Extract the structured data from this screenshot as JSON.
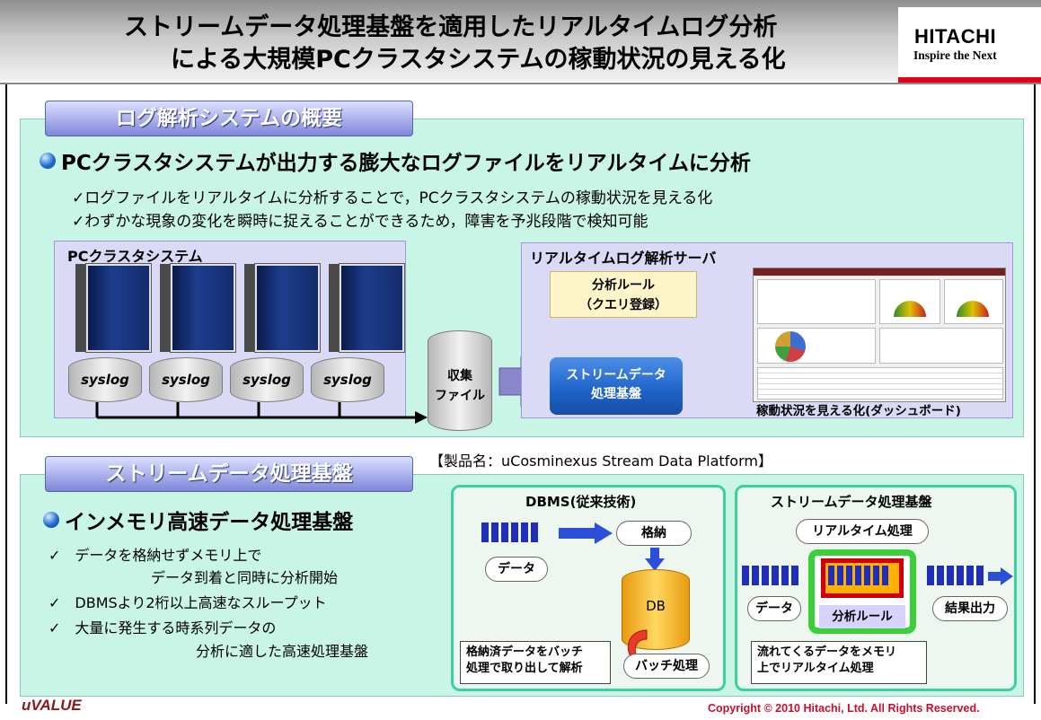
{
  "header": {
    "title_line1": "ストリームデータ処理基盤を適用したリアルタイムログ分析",
    "title_line2": "による大規模PCクラスタシステムの稼動状況の見える化",
    "brand_name": "HITACHI",
    "brand_tagline": "Inspire the Next"
  },
  "section1": {
    "tab_label": "ログ解析システムの概要",
    "headline": "PCクラスタシステムが出力する膨大なログファイルをリアルタイムに分析",
    "bullet1": "✓ログファイルをリアルタイムに分析することで，PCクラスタシステムの稼動状況を見える化",
    "bullet2": "✓わずかな現象の変化を瞬時に捉えることができるため，障害を予兆段階で検知可能",
    "cluster_label": "PCクラスタシステム",
    "syslog_labels": [
      "syslog",
      "syslog",
      "syslog",
      "syslog"
    ],
    "collect_file": "収集\nファイル",
    "server_label": "リアルタイムログ解析サーバ",
    "rule_box": "分析ルール\n（クエリ登録）",
    "engine": "ストリームデータ\n処理基盤",
    "dashboard_caption": "稼動状況を見える化(ダッシュボード)"
  },
  "section2": {
    "tab_label": "ストリームデータ処理基盤",
    "product_name": "【製品名：uCosminexus Stream Data Platform】",
    "headline": "インメモリ高速データ処理基盤",
    "bullet1_a": "✓　データを格納せずメモリ上で",
    "bullet1_b": "データ到着と同時に分析開始",
    "bullet2": "✓　DBMSより2桁以上高速なスループット",
    "bullet3_a": "✓　大量に発生する時系列データの",
    "bullet3_b": "分析に適した高速処理基盤",
    "dbms": {
      "title": "DBMS(従来技術)",
      "store": "格納",
      "data": "データ",
      "db": "DB",
      "note": "格納済データをバッチ\n処理で取り出して解析",
      "batch": "バッチ処理"
    },
    "stream": {
      "title": "ストリームデータ処理基盤",
      "realtime": "リアルタイム処理",
      "data": "データ",
      "rule": "分析ルール",
      "output": "結果出力",
      "note": "流れてくるデータをメモリ\n上でリアルタイム処理"
    }
  },
  "footer": {
    "logo": "uVALUE",
    "copyright": "Copyright © 2010 Hitachi, Ltd. All Rights Reserved."
  },
  "colors": {
    "panel_bg": "#c9f5e6",
    "tab_blue": "#7d86d8",
    "engine_blue": "#1e62c8",
    "hitachi_red": "#e2001a",
    "green_frame": "#33cc33",
    "logo_maroon": "#8b1a1a"
  }
}
